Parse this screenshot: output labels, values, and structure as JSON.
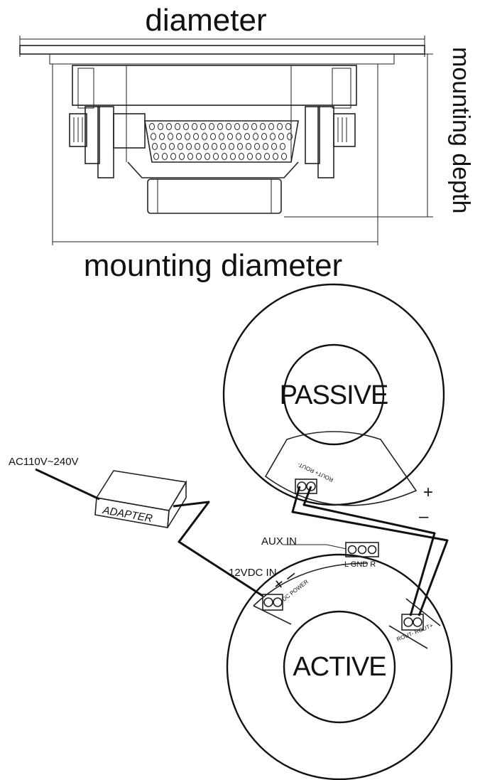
{
  "dimensions": {
    "diameter_label": "diameter",
    "mounting_depth_label": "mounting depth",
    "mounting_diameter_label": "mounting diameter"
  },
  "wiring": {
    "passive_label": "PASSIVE",
    "active_label": "ACTIVE",
    "ac_label": "AC110V~240V",
    "adapter_label": "ADAPTER",
    "aux_label": "AUX IN",
    "dc_label": "12VDC IN",
    "plus_label": "+",
    "minus_label": "–",
    "lgndr_label": "L GND R",
    "dc_power_label": "DC POWER",
    "rout_active_label": "ROUT- ROUT+",
    "rout_passive_label": "ROUT+ ROUT-"
  }
}
